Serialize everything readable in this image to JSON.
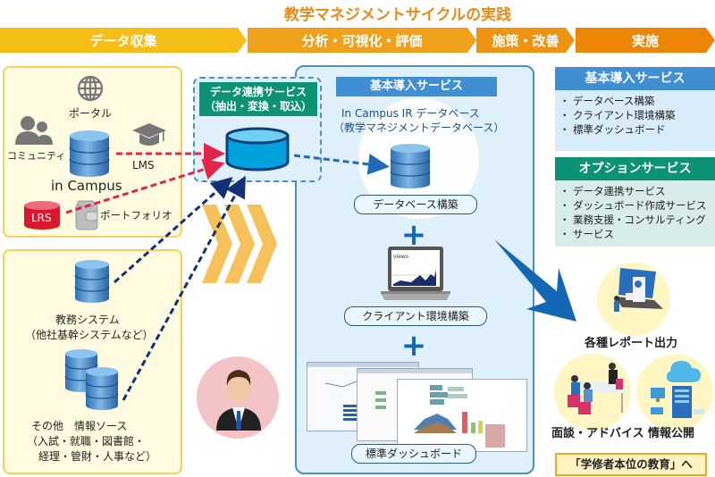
{
  "title": "教学マネジメントサイクルの実践",
  "phases": [
    {
      "label": "データ収集",
      "color": "#f6bd16"
    },
    {
      "label": "分析・可視化・評価",
      "color": "#f0a11c"
    },
    {
      "label": "施策・改善",
      "color": "#ee9312"
    },
    {
      "label": "実施",
      "color": "#ec8406"
    }
  ],
  "sources": {
    "incampus": {
      "portal": "ポータル",
      "community": "コミュニティ",
      "lms": "LMS",
      "name": "in Campus",
      "lrs": "LRS",
      "portfolio": "ポートフォリオ"
    },
    "academic_system": {
      "line1": "教務システム",
      "line2": "（他社基幹システムなど）"
    },
    "other_sources": {
      "line1": "その他　情報ソース",
      "line2": "（入試・就職・図書館・",
      "line3": "経理・管財・人事など）"
    }
  },
  "data_link": {
    "line1": "データ連携サービス",
    "line2": "（抽出・変換・取込）"
  },
  "basic_center": {
    "header": "基本導入サービス",
    "db_name": "In Campus IR データベース",
    "db_sub": "（教学マネジメントデータベース）",
    "db_build": "データベース構築",
    "client_build": "クライアント環境構築",
    "laptop_screen_label": "views",
    "dashboard": "標準ダッシュボード"
  },
  "services": {
    "basic": {
      "header": "基本導入サービス",
      "header_color": "#3f8fd2",
      "items": [
        "データベース構築",
        "クライアント環境構築",
        "標準ダッシュボード"
      ]
    },
    "option": {
      "header": "オプションサービス",
      "header_color": "#0e9275",
      "items": [
        "データ連携サービス",
        "ダッシュボード作成サービス",
        "業務支援・コンサルティング",
        "サービス"
      ]
    }
  },
  "outcomes": {
    "reports": "各種レポート出力",
    "advice": "面談・アドバイス",
    "disclosure": "情報公開",
    "goal": "「学修者本位の教育」へ"
  },
  "colors": {
    "title": "#e98a16",
    "red_dash": "#e0264a",
    "navy_dash": "#13307a",
    "blue_arrow": "#1467b5",
    "chevron": "#f6c15a"
  }
}
